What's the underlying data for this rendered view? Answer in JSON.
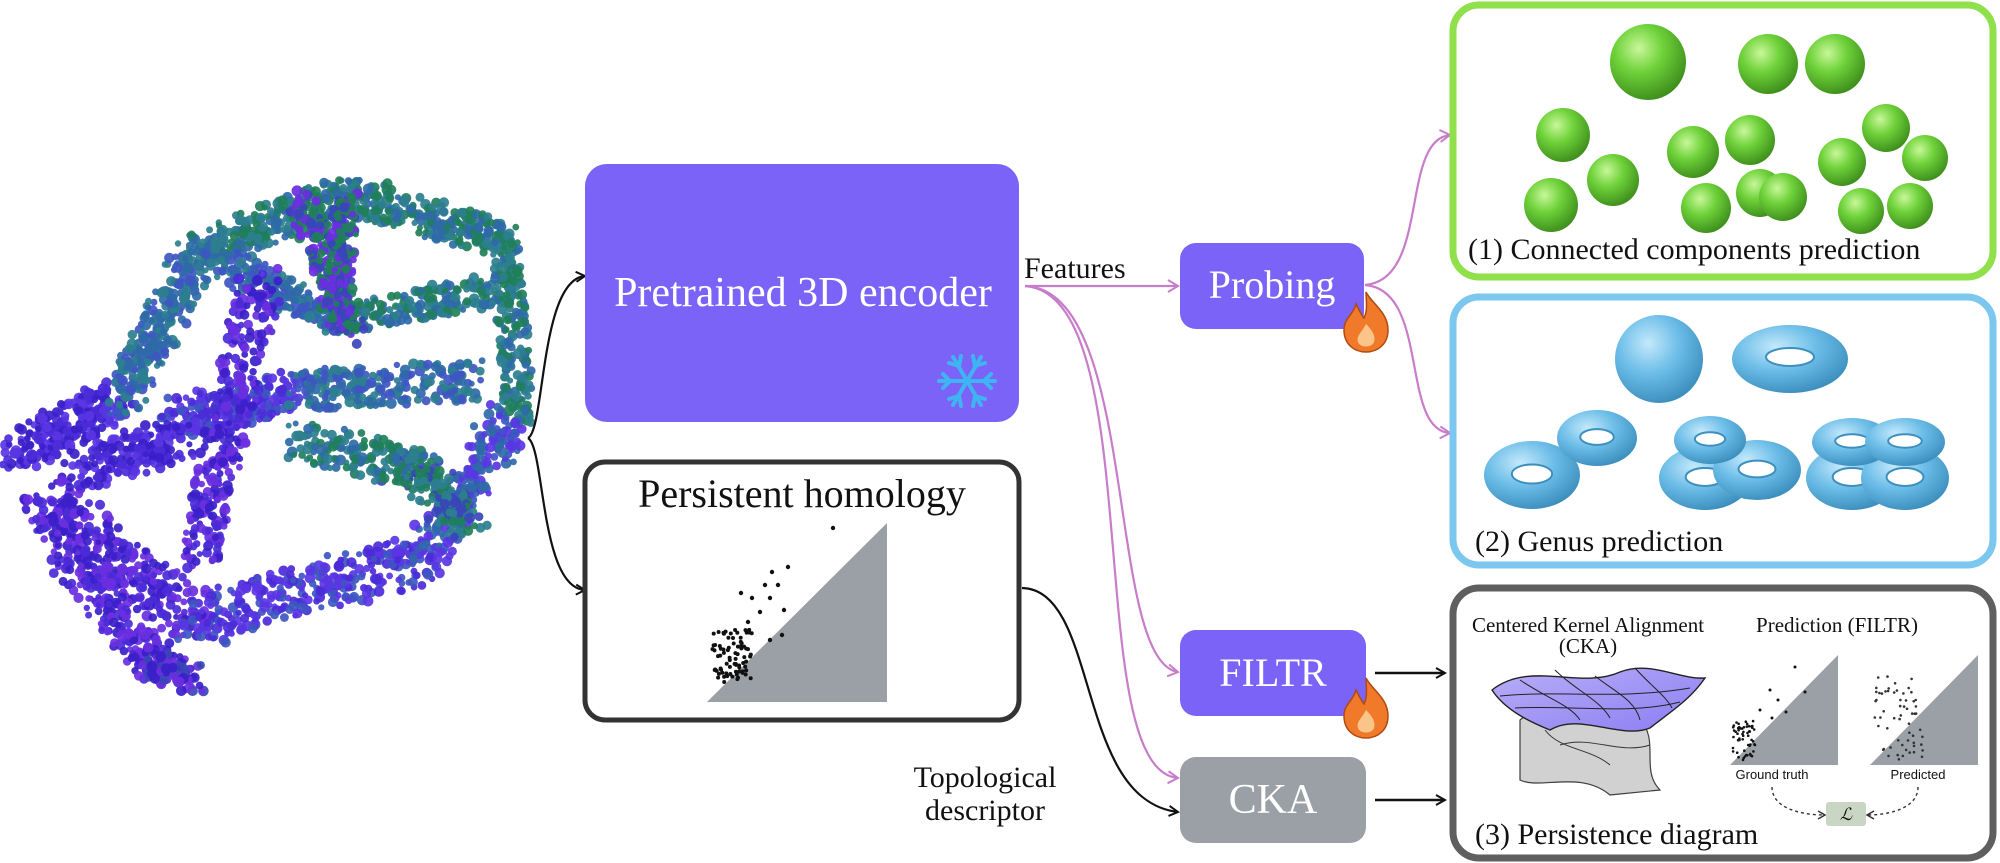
{
  "encoder": {
    "label": "Pretrained 3D encoder",
    "fill": "#7b63f7",
    "icon": "snowflake-icon"
  },
  "features_label": "Features",
  "probing": {
    "label": "Probing",
    "icon": "flame-icon"
  },
  "filtr": {
    "label": "FILTR",
    "icon": "flame-icon"
  },
  "cka": {
    "label": "CKA",
    "fill": "#9aa0a6"
  },
  "persistent_homology": {
    "title": "Persistent homology"
  },
  "topological_descriptor": {
    "line1": "Topological",
    "line2": "descriptor"
  },
  "panel_connected": {
    "caption": "(1) Connected components prediction",
    "border": "#8fe04a",
    "sphere_color": "#6fcf3a"
  },
  "panel_genus": {
    "caption": "(2) Genus prediction",
    "border": "#7cc7ef",
    "shape_color": "#6cbde8"
  },
  "panel_persistence": {
    "caption": "(3) Persistence diagram",
    "border": "#5f5f5f",
    "cka_title_line1": "Centered Kernel Alignment",
    "cka_title_line2": "(CKA)",
    "prediction_title": "Prediction (FILTR)",
    "ground_truth_label": "Ground truth",
    "predicted_label": "Predicted",
    "loss_symbol": "ℒ"
  },
  "colors": {
    "purple": "#7b63f7",
    "gray": "#9aa0a6",
    "pink_arrow": "#c77dc9",
    "flame": "#f07a2a",
    "snow": "#3fb4f2"
  }
}
